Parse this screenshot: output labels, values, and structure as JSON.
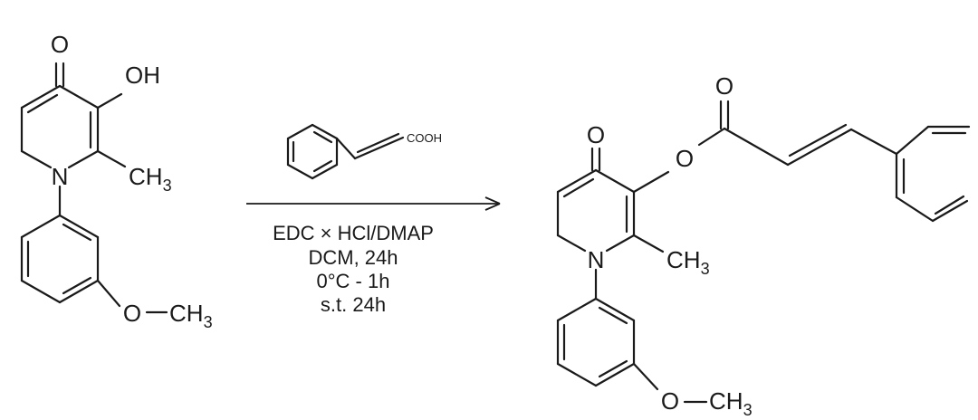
{
  "reactant": {
    "oxo": "O",
    "hydroxy": "OH",
    "nitrogen": "N",
    "methyl": "CH",
    "methyl_sub": "3",
    "ether_o": "O",
    "methoxy": "CH",
    "methoxy_sub": "3"
  },
  "reagent": {
    "acid": "COOH"
  },
  "conditions": {
    "line1": "EDC × HCl/DMAP",
    "line2": "DCM, 24h",
    "line3": "0°C - 1h",
    "line4": "s.t. 24h"
  },
  "product": {
    "oxo": "O",
    "ester_o": "O",
    "carbonyl_o": "O",
    "nitrogen": "N",
    "methyl": "CH",
    "methyl_sub": "3",
    "ether_o": "O",
    "methoxy": "CH",
    "methoxy_sub": "3"
  }
}
